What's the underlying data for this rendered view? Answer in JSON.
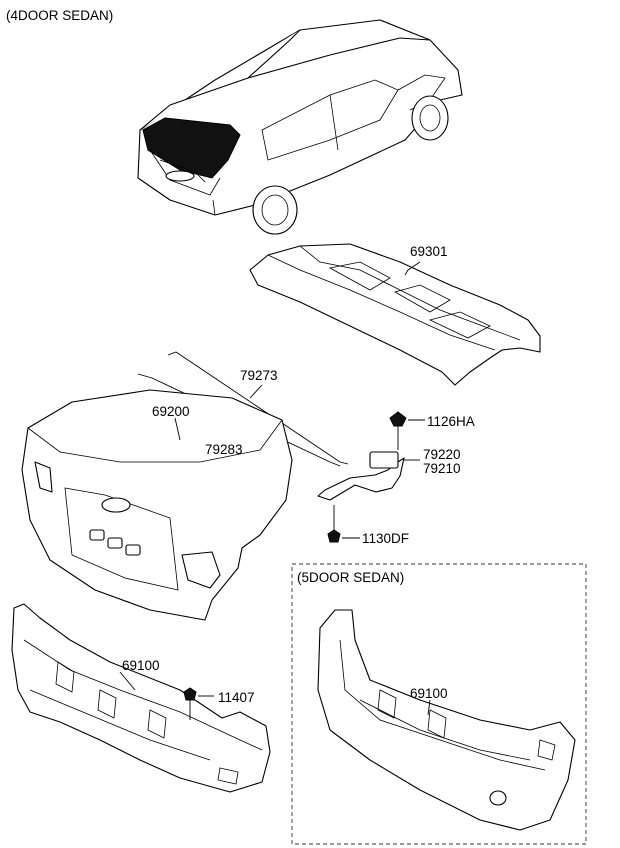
{
  "headers": {
    "four_door": "(4DOOR SEDAN)",
    "five_door": "(5DOOR SEDAN)"
  },
  "parts": [
    {
      "id": "p69301",
      "number": "69301"
    },
    {
      "id": "p79273",
      "number": "79273"
    },
    {
      "id": "p69200",
      "number": "69200"
    },
    {
      "id": "p79283",
      "number": "79283"
    },
    {
      "id": "p1126HA",
      "number": "1126HA"
    },
    {
      "id": "p79220",
      "number": "79220"
    },
    {
      "id": "p79210",
      "number": "79210"
    },
    {
      "id": "p1130DF",
      "number": "1130DF"
    },
    {
      "id": "p69100a",
      "number": "69100"
    },
    {
      "id": "p11407",
      "number": "11407"
    },
    {
      "id": "p69100b",
      "number": "69100"
    }
  ],
  "colors": {
    "line": "#000000",
    "background": "#ffffff"
  }
}
